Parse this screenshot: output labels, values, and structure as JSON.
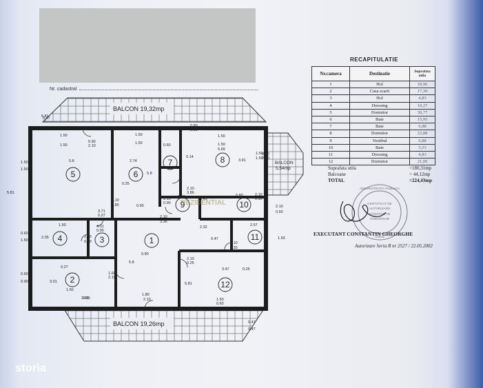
{
  "cadastral_label": "Nr. cadastral",
  "balcony_top": "BALCON  19,32mp",
  "balcony_bottom": "BALCON  19,26mp",
  "balcony_side": [
    "BALCON",
    "5,54mp"
  ],
  "room_numbers": [
    "1",
    "2",
    "3",
    "4",
    "5",
    "6",
    "7",
    "8",
    "9",
    "10",
    "11",
    "12"
  ],
  "dimensions": [
    "0.47",
    "1.50",
    "1.50",
    "0.90",
    "2.10",
    "1.50",
    "1.50",
    "0.80",
    "2.10",
    "1.50",
    "1.50",
    "5.8",
    "2.74",
    "0.60",
    "0.14",
    "5.69",
    "3.91",
    "1.50",
    "1.50",
    "0.80",
    "2.10",
    "1.50",
    "1.50",
    "0.25",
    "5.8",
    "2.10",
    "0.80",
    "2.10",
    "0.90",
    "2.10",
    "3.86",
    "1.63",
    "3.45",
    "0.80",
    "2.10",
    "0.90",
    "2.10",
    "0.50",
    "0.60",
    "1.50",
    "1.50",
    "4.01",
    "0.90",
    "3.71",
    "0.27",
    "0.90",
    "2.10",
    "3.36",
    "2.32",
    "2.57",
    "2.05",
    "0.47",
    "1.50",
    "0.60",
    "0.90",
    "2.10",
    "0.80",
    "2.10",
    "4.25",
    "0.80",
    "2.10",
    "0.25",
    "5.81",
    "0.27",
    "3.01",
    "1.60",
    "2.10",
    "5.8",
    "0.25",
    "3.63",
    "1.50",
    "0.60",
    "1.80",
    "2.10",
    "1.50",
    "0.60",
    "0.47",
    "0.47",
    "5.81",
    "3.47",
    "5.81"
  ],
  "watermark": "REZIDENTIAL",
  "recap": {
    "title": "RECAPITULATIE",
    "headers": [
      "Nr.camera",
      "Destinatie",
      "Suprafata utila"
    ],
    "rows": [
      [
        "1",
        "Hol",
        "18,96"
      ],
      [
        "2",
        "Casa scarii",
        "17,39"
      ],
      [
        "3",
        "Hol",
        "4,83"
      ],
      [
        "4",
        "Dressing",
        "10,27"
      ],
      [
        "5",
        "Dormitor",
        "30,77"
      ],
      [
        "6",
        "Baie",
        "15,95"
      ],
      [
        "7",
        "Baie",
        "6,88"
      ],
      [
        "8",
        "Dormitor",
        "22,88"
      ],
      [
        "9",
        "Vestibul",
        "6,88"
      ],
      [
        "10",
        "Baie",
        "5,53"
      ],
      [
        "11",
        "Dressing",
        "4,83"
      ],
      [
        "12",
        "Dormitor",
        "21,00"
      ]
    ],
    "suprafata_label": "Suprafata utila",
    "suprafata_value": "=180,31mp",
    "balcoane_label": "Balcoane",
    "balcoane_value": "= 44,12mp",
    "total_label": "TOTAL",
    "total_value": "=224,43mp"
  },
  "executant": "EXECUTANT  CONSTANTIN  GHEORGHE",
  "authorization": "Autorizare Seria B nr 2527 / 22.05.2002",
  "stamp_text": [
    "ADMINISTRATIA PUBLICA",
    "CERTIFICAT DE",
    "AUTORIZARE",
    "CONSTANTIN",
    "GHEORGHE",
    "CONS"
  ],
  "brand": "storia"
}
